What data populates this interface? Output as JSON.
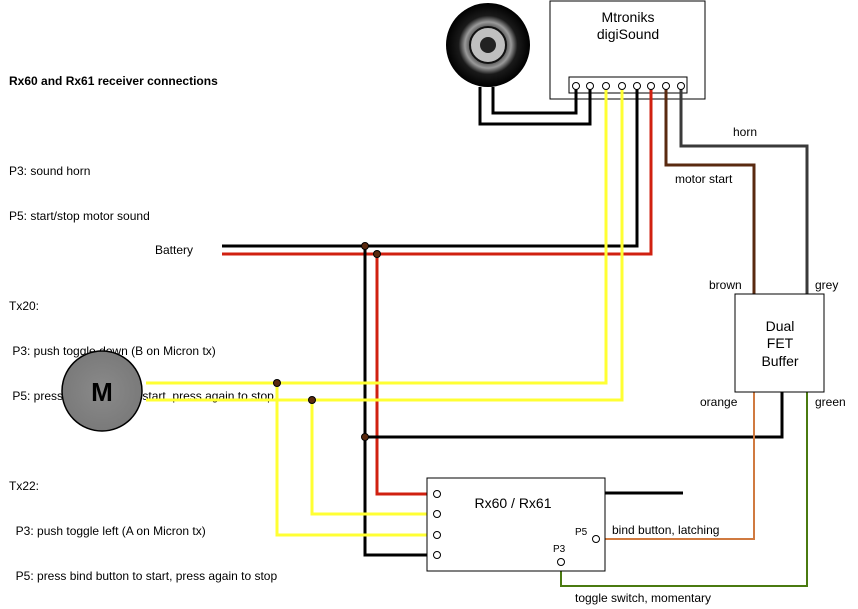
{
  "notes": {
    "title": "Rx60 and Rx61 receiver connections",
    "p3": "P3: sound horn",
    "p5": "P5: start/stop motor sound",
    "tx20_heading": "Tx20:",
    "tx20_p3": " P3: push toggle down (B on Micron tx)",
    "tx20_p5": " P5: press bind button to start, press again to stop",
    "tx22_heading": "Tx22:",
    "tx22_p3": "  P3: push toggle left (A on Micron tx)",
    "tx22_p5": "  P5: press bind button to start, press again to stop"
  },
  "sound_module": {
    "line1": "Mtroniks",
    "line2": "digiSound"
  },
  "fet_buffer": {
    "line1": "Dual",
    "line2": "FET",
    "line3": "Buffer"
  },
  "receiver": {
    "label": "Rx60 / Rx61",
    "p5": "P5",
    "p3": "P3"
  },
  "motor": {
    "label": "M"
  },
  "wire_labels": {
    "battery": "Battery",
    "horn": "horn",
    "motor_start": "motor start",
    "brown": "brown",
    "grey": "grey",
    "orange": "orange",
    "green": "green",
    "bind_button": "bind button, latching",
    "toggle_switch": "toggle switch, momentary"
  },
  "colors": {
    "black": "#000000",
    "red": "#d02010",
    "yellow": "#ffff33",
    "brown": "#5a2a10",
    "grey": "#3a3a3a",
    "orange": "#d07a40",
    "green": "#4a7a10"
  }
}
